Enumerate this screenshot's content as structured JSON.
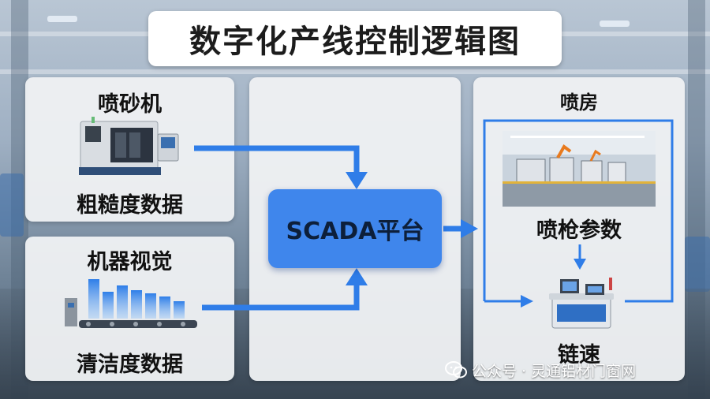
{
  "title": "数字化产线控制逻辑图",
  "left_top": {
    "heading": "喷砂机",
    "data_label": "粗糙度数据"
  },
  "left_bottom": {
    "heading": "机器视觉",
    "data_label": "清洁度数据"
  },
  "center": {
    "label": "SCADA平台"
  },
  "right": {
    "heading": "喷房",
    "param_label": "喷枪参数",
    "speed_label": "链速"
  },
  "watermark": {
    "text": "公众号 · 灵通铝材门窗网"
  },
  "colors": {
    "accent_blue": "#3f86ec",
    "arrow_blue": "#2f7de8",
    "panel_bg": "#eef0f3"
  }
}
